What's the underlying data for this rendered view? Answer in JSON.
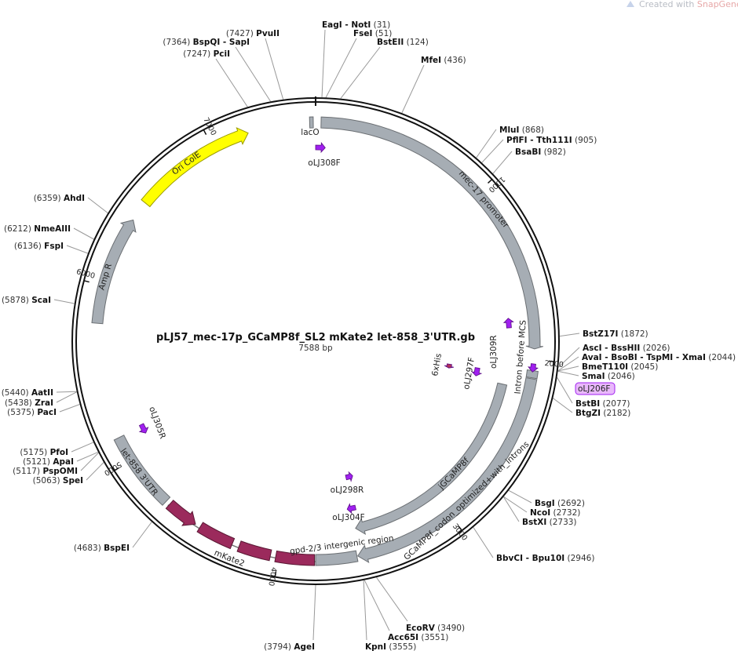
{
  "watermark": {
    "prefix": "Created with ",
    "brand": "SnapGene",
    "suffix": "®"
  },
  "map": {
    "title": "pLJ57_mec-17p_GCaMP8f_SL2  mKate2  let-858_3'UTR.gb",
    "length_label": "7588 bp",
    "length": 7588
  },
  "ticks": [
    "1000",
    "2000",
    "3000",
    "4000",
    "5000",
    "6000",
    "7000"
  ],
  "enzymes": [
    {
      "name": "EagI - NotI",
      "pos": 31
    },
    {
      "name": "FseI",
      "pos": 51
    },
    {
      "name": "BstEII",
      "pos": 124
    },
    {
      "name": "MfeI",
      "pos": 436
    },
    {
      "name": "MluI",
      "pos": 868
    },
    {
      "name": "PflFI - Tth111I",
      "pos": 905
    },
    {
      "name": "BsaBI",
      "pos": 982
    },
    {
      "name": "BstZ17I",
      "pos": 1872
    },
    {
      "name": "AscI - BssHII",
      "pos": 2026
    },
    {
      "name": "AvaI - BsoBI - TspMI - XmaI",
      "pos": 2044
    },
    {
      "name": "BmeT110I",
      "pos": 2045
    },
    {
      "name": "SmaI",
      "pos": 2046
    },
    {
      "name": "BstBI",
      "pos": 2077
    },
    {
      "name": "BtgZI",
      "pos": 2182
    },
    {
      "name": "BsgI",
      "pos": 2692
    },
    {
      "name": "NcoI",
      "pos": 2732
    },
    {
      "name": "BstXI",
      "pos": 2733
    },
    {
      "name": "BbvCI - Bpu10I",
      "pos": 2946
    },
    {
      "name": "EcoRV",
      "pos": 3490
    },
    {
      "name": "Acc65I",
      "pos": 3551
    },
    {
      "name": "KpnI",
      "pos": 3555
    },
    {
      "name": "AgeI",
      "pos": 3794
    },
    {
      "name": "BspEI",
      "pos": 4683
    },
    {
      "name": "SpeI",
      "pos": 5063
    },
    {
      "name": "PspOMI",
      "pos": 5117
    },
    {
      "name": "ApaI",
      "pos": 5121
    },
    {
      "name": "PfoI",
      "pos": 5175
    },
    {
      "name": "PacI",
      "pos": 5375
    },
    {
      "name": "ZraI",
      "pos": 5438
    },
    {
      "name": "AatII",
      "pos": 5440
    },
    {
      "name": "ScaI",
      "pos": 5878
    },
    {
      "name": "FspI",
      "pos": 6136
    },
    {
      "name": "NmeAIII",
      "pos": 6212
    },
    {
      "name": "AhdI",
      "pos": 6359
    },
    {
      "name": "PciI",
      "pos": 7247
    },
    {
      "name": "BspQI - SapI",
      "pos": 7364
    },
    {
      "name": "PvuII",
      "pos": 7427
    }
  ],
  "features": [
    {
      "name": "lacO",
      "start": 7555,
      "end": 7575,
      "dir": 0,
      "color": "#a6adb4"
    },
    {
      "name": "mec-17 promoter",
      "start": 30,
      "end": 1940,
      "dir": 1,
      "color": "#a6adb4"
    },
    {
      "name": "Intron before MCS",
      "start": 2060,
      "end": 2100,
      "dir": 0,
      "color": "#a6adb4"
    },
    {
      "name": "GCaMP8f_codon_optimized+with_introns",
      "start": 2105,
      "end": 3560,
      "dir": 1,
      "color": "#a6adb4"
    },
    {
      "name": "gpd-2/3 intergenic region",
      "start": 3565,
      "end": 3794,
      "dir": 0,
      "color": "#a6adb4"
    },
    {
      "name": "mKate2",
      "start": 3800,
      "end": 4675,
      "dir": -1,
      "color": "#9b2a5c"
    },
    {
      "name": "let-858 3'UTR",
      "start": 4700,
      "end": 5140,
      "dir": 0,
      "color": "#a6adb4"
    },
    {
      "name": "Amp R",
      "start": 5790,
      "end": 6400,
      "dir": 1,
      "color": "#a6adb4"
    },
    {
      "name": "Ori ColE",
      "start": 6515,
      "end": 7210,
      "dir": 1,
      "color": "#ffff00"
    },
    {
      "name": "jGCaMP8f",
      "start": 2170,
      "end": 3540,
      "dir": 1,
      "color": "#a6adb4"
    }
  ],
  "primers": [
    {
      "name": "oLJ308F",
      "pos": 30,
      "dir": 1
    },
    {
      "name": "oLJ309R",
      "pos": 1784,
      "dir": -1
    },
    {
      "name": "oLJ297F",
      "pos": 2125,
      "dir": 1
    },
    {
      "name": "6xHis",
      "pos": 2120,
      "dir": 1
    },
    {
      "name": "oLJ206F",
      "pos": 2045,
      "dir": 1
    },
    {
      "name": "oLJ305R",
      "pos": 5122,
      "dir": -1
    },
    {
      "name": "oLJ298R",
      "pos": 3500,
      "dir": -1
    },
    {
      "name": "oLJ304F",
      "pos": 3540,
      "dir": 1
    }
  ],
  "colors": {
    "primer": "#a020f0",
    "primer_highlight_bg": "#e9b8fb",
    "backbone": "#111111",
    "feature_stroke": "#6b6f73"
  }
}
